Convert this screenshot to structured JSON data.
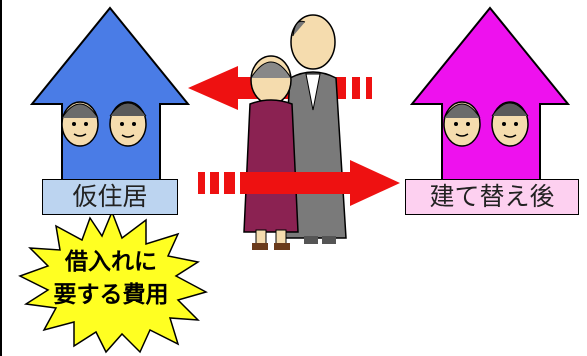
{
  "labels": {
    "temporary_housing": "仮住居",
    "after_rebuild": "建て替え後"
  },
  "burst": {
    "line1": "借入れに",
    "line2": "要する費用"
  },
  "colors": {
    "left_house": "#4a7ce6",
    "right_house": "#ee11ee",
    "arrow_red": "#ee1111",
    "burst_fill": "#ffff22",
    "label_left_bg": "#bcd4f0",
    "label_right_bg": "#fdd0f0"
  }
}
